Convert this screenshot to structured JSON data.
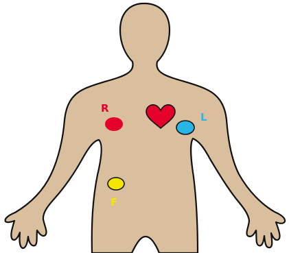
{
  "figure": {
    "body_color": "#d9bf9d",
    "outline_color": "#111111",
    "heart": {
      "color": "#e4002b",
      "icon": "heart-icon"
    },
    "electrodes": [
      {
        "id": "right-arm",
        "label": "R",
        "color": "#e4002b"
      },
      {
        "id": "left-arm",
        "label": "L",
        "color": "#29b6e6"
      },
      {
        "id": "foot",
        "label": "F",
        "color": "#f2e600"
      }
    ]
  }
}
